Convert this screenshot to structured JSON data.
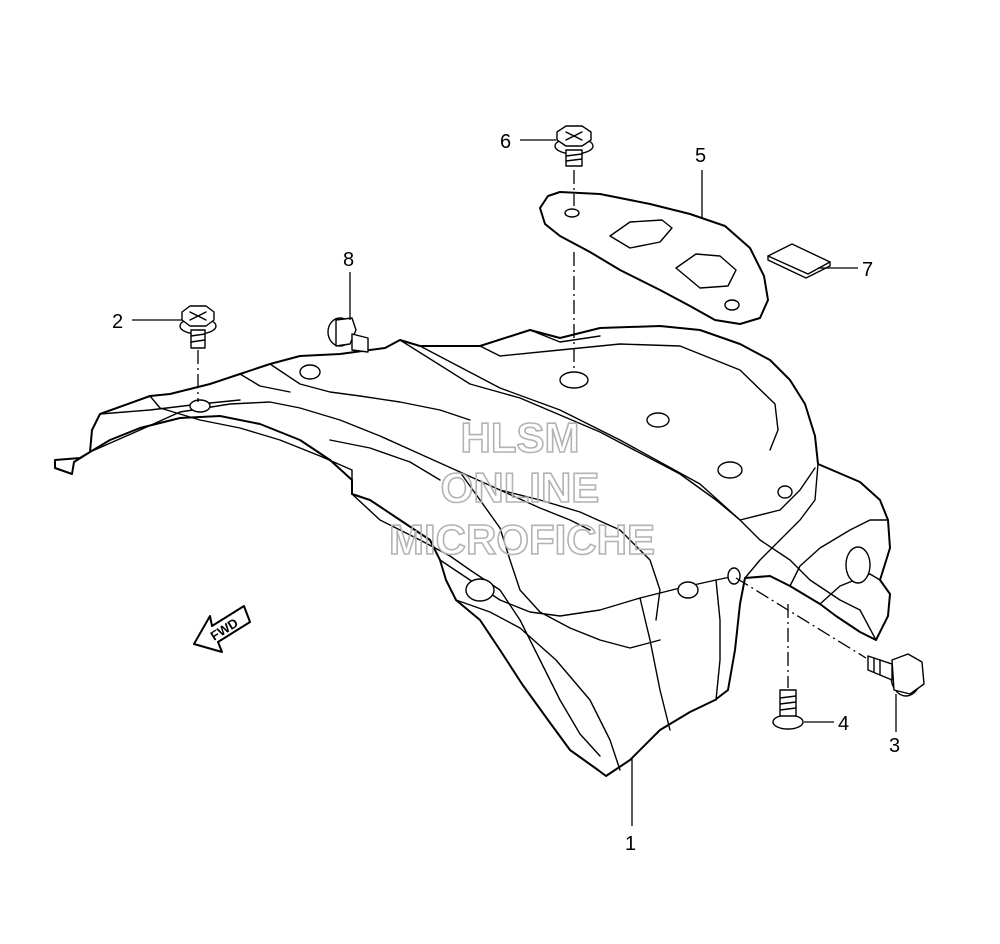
{
  "watermark": {
    "line1": "HLSM",
    "line2": "ONLINE",
    "line3": "MICROFICHE"
  },
  "direction_arrow": {
    "label": "FWD"
  },
  "callouts": [
    {
      "id": "1",
      "label": "1"
    },
    {
      "id": "2",
      "label": "2"
    },
    {
      "id": "3",
      "label": "3"
    },
    {
      "id": "4",
      "label": "4"
    },
    {
      "id": "5",
      "label": "5"
    },
    {
      "id": "6",
      "label": "6"
    },
    {
      "id": "7",
      "label": "7"
    },
    {
      "id": "8",
      "label": "8"
    }
  ],
  "colors": {
    "line": "#000000",
    "watermark": "#b3b3b3",
    "background": "#ffffff"
  }
}
